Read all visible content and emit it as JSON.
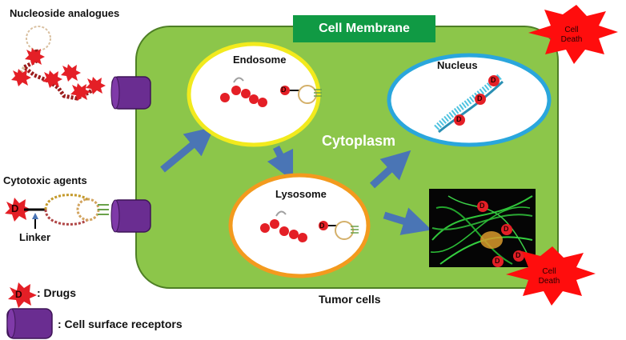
{
  "labels": {
    "nucleoside_analogues": "Nucleoside analogues",
    "cytotoxic_agents": "Cytotoxic agents",
    "linker": "Linker",
    "cell_membrane": "Cell Membrane",
    "endosome": "Endosome",
    "nucleus": "Nucleus",
    "cytoplasm": "Cytoplasm",
    "lysosome": "Lysosome",
    "tumor_cells": "Tumor cells",
    "cell_death_top": "Cell Death",
    "cell_death_bottom": "Cell Death",
    "drug_glyph": "D"
  },
  "legend": {
    "drugs": ": Drugs",
    "receptors": ": Cell surface receptors"
  },
  "colors": {
    "cell_fill": "#8cc64a",
    "cell_border": "#4e7f25",
    "receptor": "#6a2d91",
    "arrow": "#4a75b5",
    "drug_burst": "#e41f26",
    "endosome_ring": "#f2ea1d",
    "lysosome_ring": "#f39a1e",
    "nucleus_ring": "#2aa6dc",
    "membrane_label": "#109a44"
  }
}
